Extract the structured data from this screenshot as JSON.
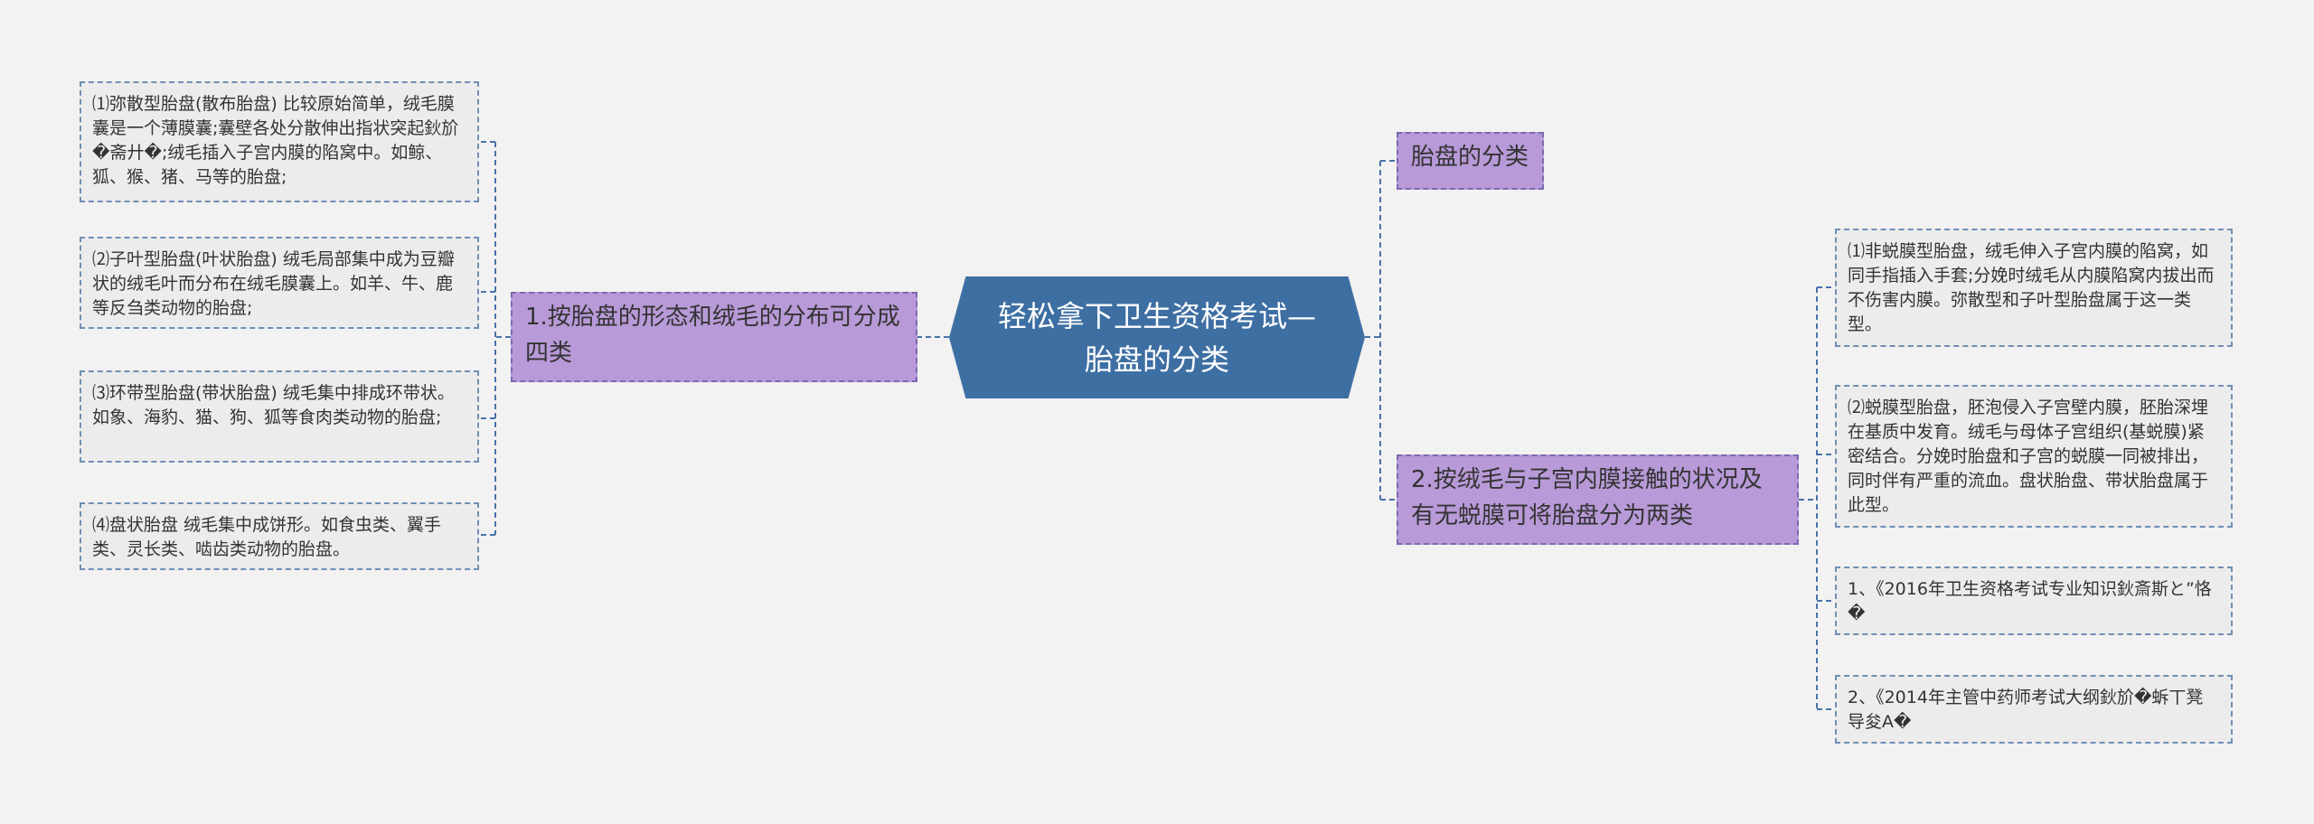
{
  "root": {
    "label": "轻松拿下卫生资格考试—胎盘的分类"
  },
  "left_branch": {
    "label": "1.按胎盘的形态和绒毛的分布可分成四类",
    "items": [
      "⑴弥散型胎盘(散布胎盘) 比较原始简单，绒毛膜囊是一个薄膜囊;囊壁各处分散伸出指状突起鈥斺�斋廾�;绒毛插入子宫内膜的陷窝中。如鲸、狐、猴、猪、马等的胎盘;",
      "⑵子叶型胎盘(叶状胎盘) 绒毛局部集中成为豆瓣状的绒毛叶而分布在绒毛膜囊上。如羊、牛、鹿等反刍类动物的胎盘;",
      "⑶环带型胎盘(带状胎盘) 绒毛集中排成环带状。如象、海豹、猫、狗、狐等食肉类动物的胎盘;",
      "⑷盘状胎盘 绒毛集中成饼形。如食虫类、翼手类、灵长类、啮齿类动物的胎盘。"
    ]
  },
  "right_top_branch": {
    "label": "胎盘的分类"
  },
  "right_branch": {
    "label": "2.按绒毛与子宫内膜接触的状况及有无蜕膜可将胎盘分为两类",
    "items": [
      "⑴非蜕膜型胎盘，绒毛伸入子宫内膜的陷窝，如同手指插入手套;分娩时绒毛从内膜陷窝内拔出而不伤害内膜。弥散型和子叶型胎盘属于这一类型。",
      "⑵蜕膜型胎盘，胚泡侵入子宫壁内膜，胚胎深埋在基质中发育。绒毛与母体子宫组织(基蜕膜)紧密结合。分娩时胎盘和子宫的蜕膜一同被排出，同时伴有严重的流血。盘状胎盘、带状胎盘属于此型。",
      "1、《2016年卫生资格考试专业知识鈥斎斯と”恪�",
      "2、《2014年主管中药师考试大纲鈥斺�蚸丅凳导夋A�"
    ]
  },
  "colors": {
    "root_fill": "#3e6fa3",
    "branch_fill": "#b89ad8",
    "leaf_fill": "#ececec",
    "connector": "#4a72a8"
  }
}
